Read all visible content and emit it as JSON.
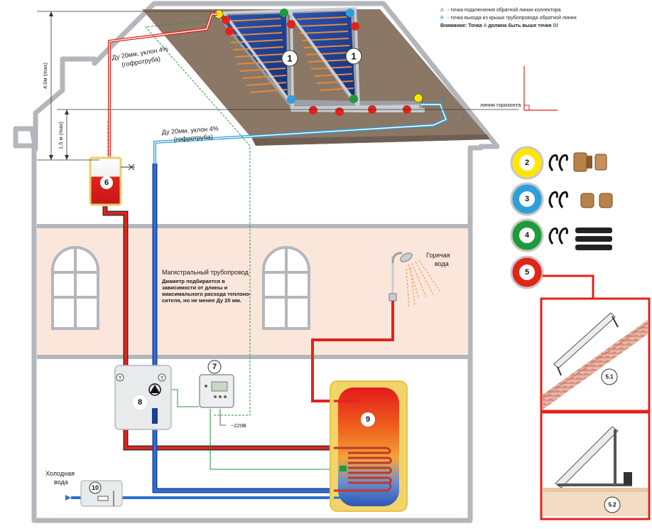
{
  "legend": {
    "a_letter": "A",
    "a_text": "- точка подключения обратной линии коллектора",
    "b_letter": "B",
    "b_text": "- точка выхода из крыши трубопровода обратной линии",
    "warning_prefix": "Внимание: Точка ",
    "warning_a": "A",
    "warning_mid": " должна быть выше точки ",
    "warning_b": "B",
    "warning_end": "!"
  },
  "dimensions": {
    "max_height": "4.0м (max)",
    "min_height": "1,5 м (max)"
  },
  "labels": {
    "pipe_top": "Ду 20мм, уклон 4%",
    "pipe_top_2": "(гофротруба)",
    "pipe_mid": "Ду 20мм, уклон 4%",
    "pipe_mid_2": "(гофротруба)",
    "horizon_line": "линия горизонта",
    "point_a": "A",
    "point_b": "B",
    "main_pipe_title": "Магистральный трубопровод",
    "main_pipe_l1": "Диаметр подбирается в",
    "main_pipe_l2": "зависимости от длины и",
    "main_pipe_l3": "максимального расхода теплоно-",
    "main_pipe_l4": "сителя, но не менее Ду 20 мм.",
    "hot_water_1": "Горячая",
    "hot_water_2": "вода",
    "cold_water_1": "Холодная",
    "cold_water_2": "вода",
    "voltage": "~220В",
    "t_symbol": "T"
  },
  "callouts": {
    "collector_1a": "1",
    "collector_1b": "1",
    "fitting_2": "2",
    "fitting_3": "3",
    "fitting_4": "4",
    "mount_5": "5",
    "tank_6": "6",
    "controller_7": "7",
    "pump_group_8": "8",
    "boiler_9": "9",
    "mixer_10": "10",
    "mount_5_1": "5.1",
    "mount_5_2": "5.2"
  },
  "colors": {
    "red_dot": "#e2231a",
    "yellow_dot": "#ffe600",
    "blue_dot": "#2e9fd9",
    "green_dot": "#1e9a3a",
    "roof": "#8a7766",
    "wall_band": "#fbe6dc",
    "house_outline": "#b3b7bb",
    "collector_blue": "#1d3f8f"
  },
  "icons": {
    "collector": "solar-collector-icon",
    "tank": "expansion-tank-icon",
    "controller": "controller-icon",
    "pump": "pump-station-icon",
    "boiler": "boiler-icon",
    "shower": "shower-icon"
  }
}
